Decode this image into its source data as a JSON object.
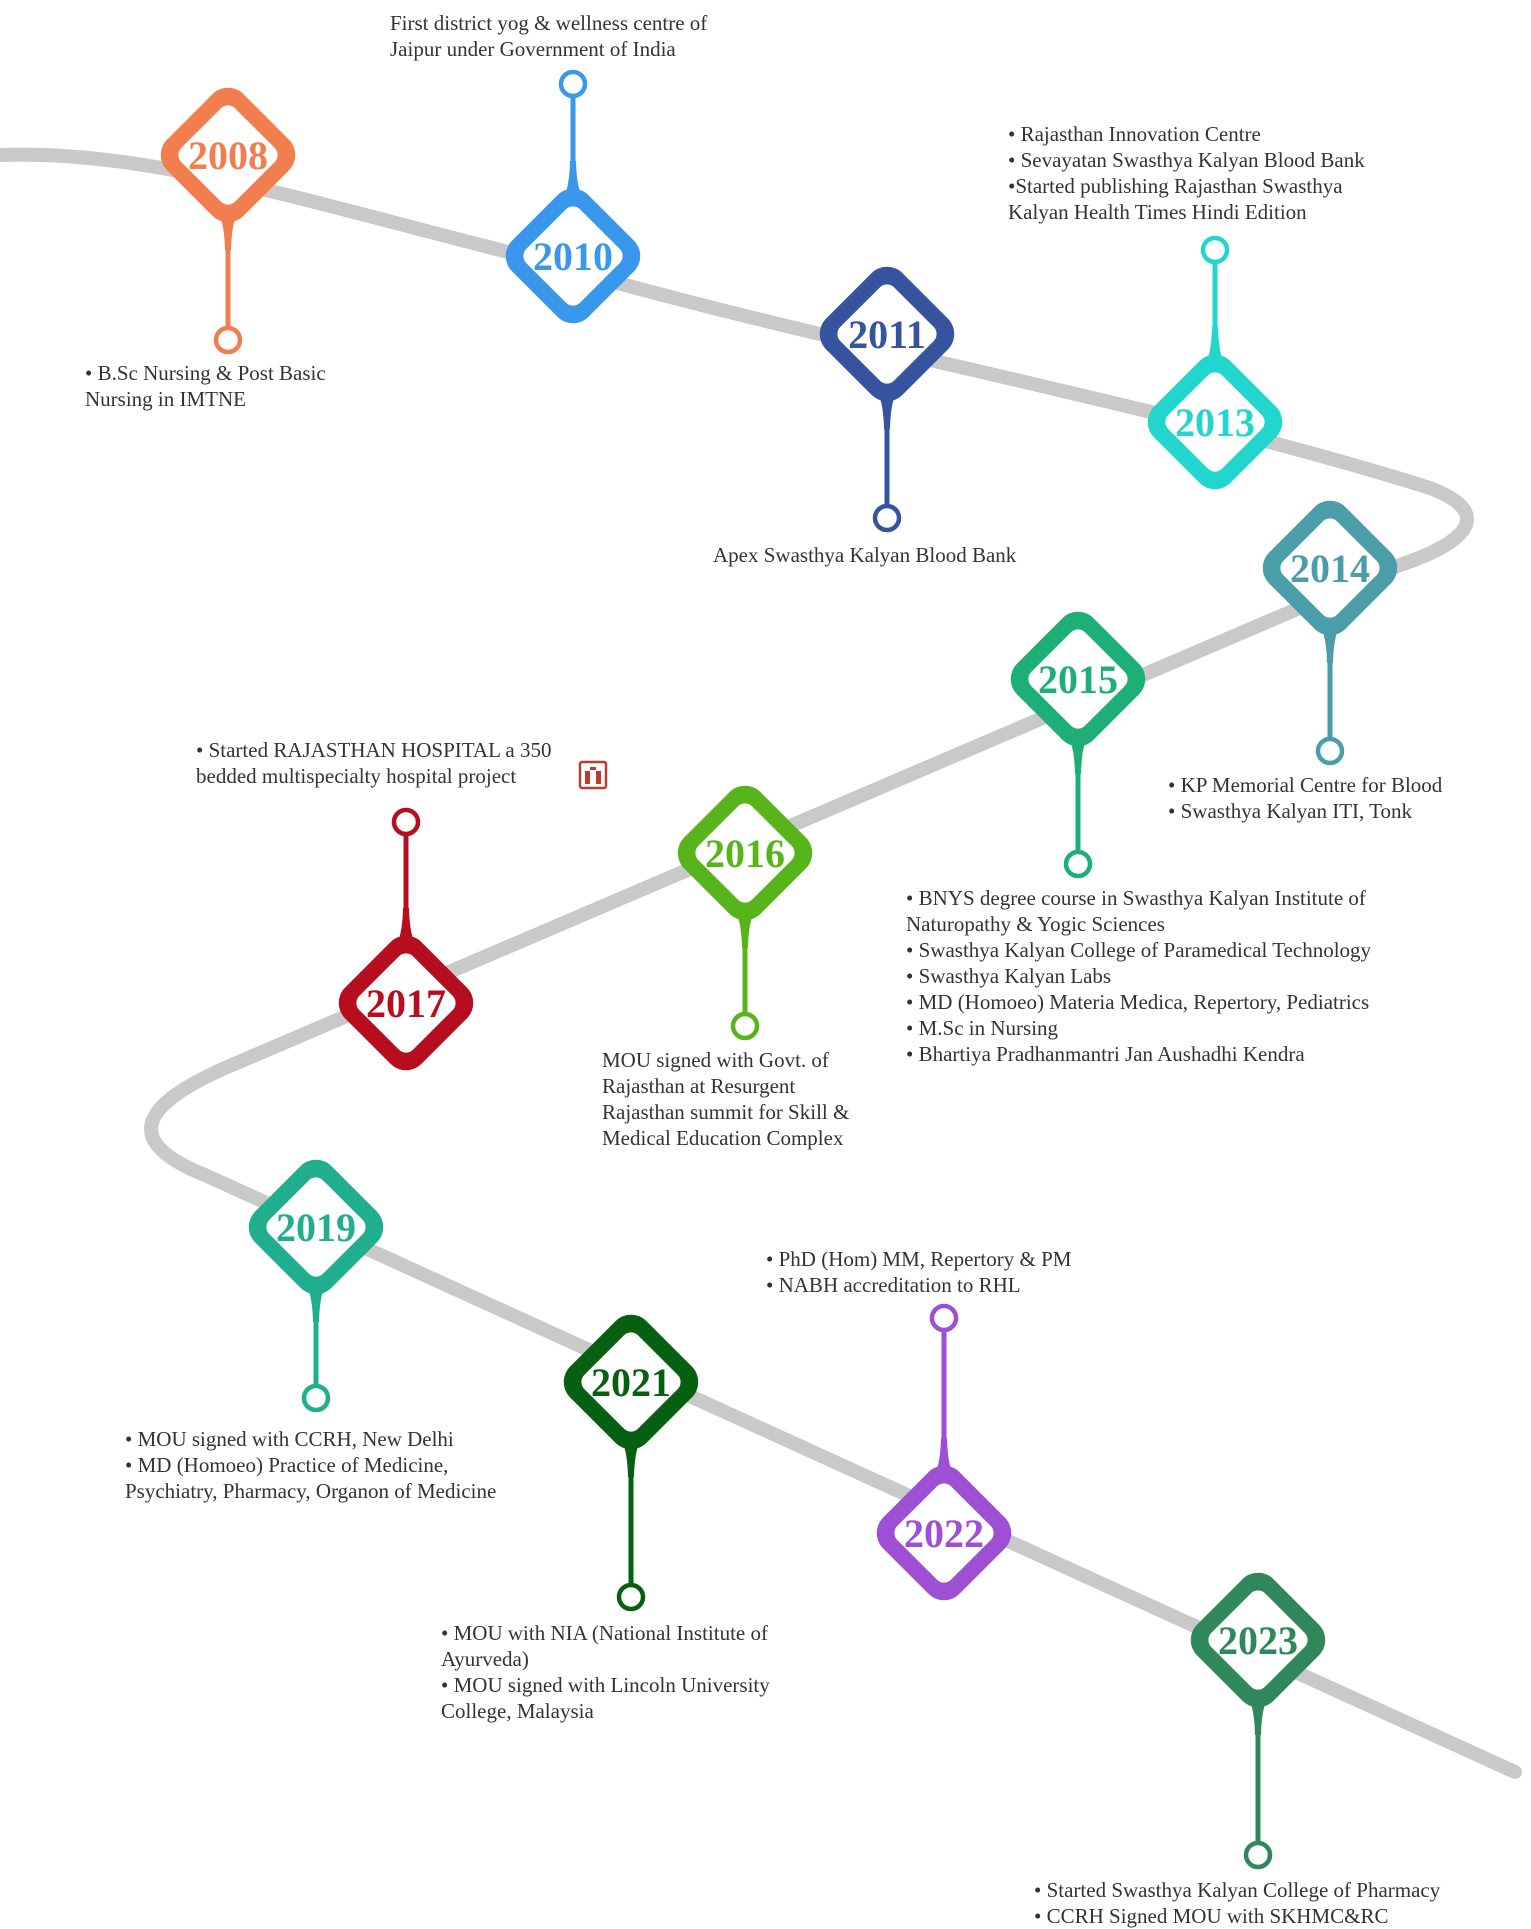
{
  "milestones": [
    {
      "year": "2008",
      "color": "#F07E4F",
      "stem": "down",
      "lines": [
        "• B.Sc Nursing & Post Basic",
        "Nursing in IMTNE"
      ]
    },
    {
      "year": "2010",
      "color": "#3A98EC",
      "stem": "up",
      "lines": [
        "First district yog & wellness centre of",
        "Jaipur under Government of India"
      ]
    },
    {
      "year": "2011",
      "color": "#35539E",
      "stem": "down",
      "lines": [
        "Apex Swasthya Kalyan Blood Bank"
      ]
    },
    {
      "year": "2013",
      "color": "#22D6CE",
      "stem": "up",
      "lines": [
        "• Rajasthan Innovation Centre",
        "• Sevayatan Swasthya Kalyan Blood Bank",
        "•Started publishing Rajasthan Swasthya",
        "Kalyan Health Times Hindi Edition"
      ]
    },
    {
      "year": "2014",
      "color": "#4B9DAA",
      "stem": "down",
      "lines": [
        "• KP Memorial Centre for Blood",
        "• Swasthya Kalyan ITI, Tonk"
      ]
    },
    {
      "year": "2015",
      "color": "#1DAF76",
      "stem": "down",
      "lines": [
        "• BNYS degree course in Swasthya Kalyan Institute of",
        "Naturopathy & Yogic Sciences",
        "• Swasthya Kalyan College of Paramedical Technology",
        "• Swasthya Kalyan Labs",
        "• MD (Homoeo) Materia Medica, Repertory, Pediatrics",
        "• M.Sc in Nursing",
        "• Bhartiya Pradhanmantri Jan Aushadhi Kendra"
      ]
    },
    {
      "year": "2016",
      "color": "#58B41B",
      "stem": "down",
      "lines": [
        "MOU signed with Govt. of",
        "Rajasthan at Resurgent",
        "Rajasthan summit for Skill &",
        "Medical Education Complex"
      ]
    },
    {
      "year": "2017",
      "color": "#B60D1F",
      "stem": "up",
      "lines": [
        "• Started RAJASTHAN HOSPITAL a 350",
        "bedded multispecialty hospital project"
      ]
    },
    {
      "year": "2019",
      "color": "#20AE8E",
      "stem": "down",
      "lines": [
        "• MOU signed with CCRH, New Delhi",
        "• MD (Homoeo) Practice of Medicine,",
        "Psychiatry, Pharmacy, Organon of Medicine"
      ]
    },
    {
      "year": "2021",
      "color": "#066010",
      "stem": "down",
      "lines": [
        "• MOU with NIA (National Institute of",
        "Ayurveda)",
        "• MOU signed with Lincoln University",
        "College, Malaysia"
      ]
    },
    {
      "year": "2022",
      "color": "#9D50D3",
      "stem": "up",
      "lines": [
        "• PhD (Hom) MM, Repertory & PM",
        "• NABH accreditation to RHL"
      ]
    },
    {
      "year": "2023",
      "color": "#30875A",
      "stem": "down",
      "lines": [
        "• Started Swasthya Kalyan College of Pharmacy",
        "• CCRH  Signed MOU with SKHMC&RC"
      ]
    }
  ],
  "hospital_logo": {
    "icon": "hospital-building-icon",
    "color": "#C0392B"
  },
  "road_color": "#C9C9C9"
}
